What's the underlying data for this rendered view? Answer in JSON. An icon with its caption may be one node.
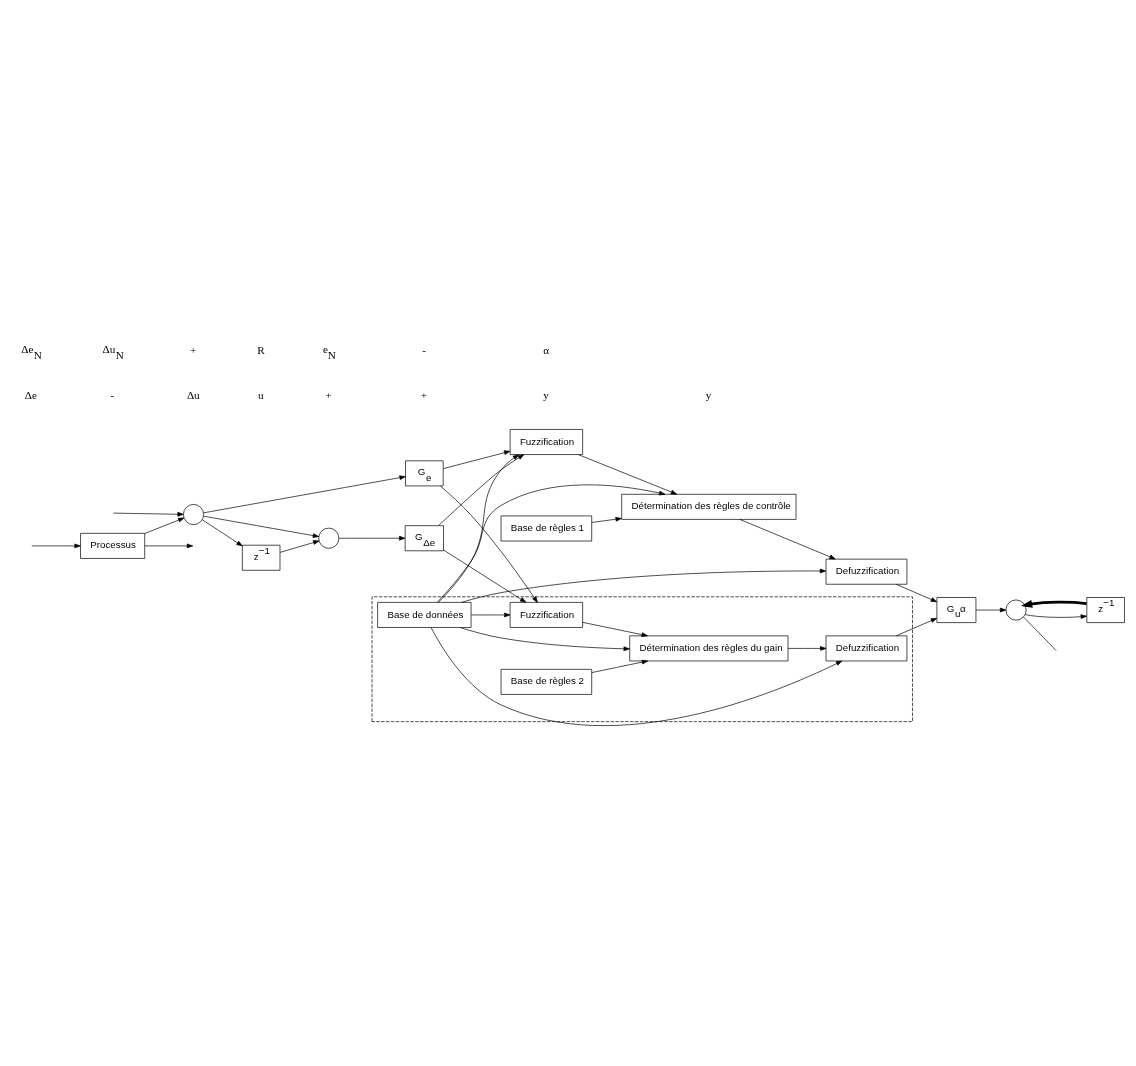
{
  "diagram": {
    "nodes": [
      {
        "text": [],
        "shape": "circle"
      },
      {
        "text": [
          "z$^{−1}$"
        ]
      },
      {
        "text": [],
        "shape": "circle"
      },
      {
        "text": [
          "G$_{Δe}$"
        ]
      },
      {
        "text": [
          "G$_{e}$"
        ]
      },
      {
        "text": [
          "Fuzzification"
        ]
      },
      {
        "text": [
          "Base de règles 1"
        ]
      },
      {
        "text": [
          "Détermination des règles de contrôle"
        ]
      },
      {
        "text": [
          "Defuzzification"
        ]
      },
      {
        "text": [
          "G$_{u}$α"
        ]
      },
      {
        "text": [],
        "shape": "circle"
      },
      {
        "text": [
          "z$^{−1}$"
        ]
      },
      {
        "text": [],
        "shape": "box"
      },
      {
        "text": [
          "Base de données"
        ],
        "in": 12
      },
      {
        "text": [
          "Fuzzification"
        ],
        "in": 12
      },
      {
        "text": [
          "Détermination des règles du gain"
        ],
        "in": 12
      },
      {
        "text": [
          "Defuzzification"
        ],
        "in": 12
      },
      {
        "text": [
          "Base de règles 2"
        ],
        "in": 12
      },
      {
        "text": [
          "Processus"
        ]
      }
    ],
    "edges": [
      {
        "from": null,
        "to": 0,
        "arrow": "to"
      },
      {
        "from": 0,
        "to": 1,
        "arrow": "to"
      },
      {
        "from": 0,
        "to": 2,
        "arrow": "to"
      },
      {
        "from": 0,
        "to": 4,
        "arrow": "to"
      },
      {
        "from": 1,
        "to": 2,
        "arrow": "to"
      },
      {
        "from": 2,
        "to": 3,
        "arrow": "to"
      },
      {
        "from": 3,
        "to": 5,
        "arrow": "to"
      },
      {
        "from": 4,
        "to": 5,
        "arrow": "to"
      },
      {
        "from": 3,
        "to": 14,
        "arrow": "to"
      },
      {
        "from": 4,
        "to": 14,
        "arrow": "to"
      },
      {
        "from": 5,
        "to": 7,
        "arrow": "to"
      },
      {
        "from": 6,
        "to": 7,
        "arrow": "to"
      },
      {
        "from": 7,
        "to": 8,
        "arrow": "to"
      },
      {
        "from": 8,
        "to": 9,
        "arrow": "to"
      },
      {
        "from": 9,
        "to": 10,
        "arrow": "to"
      },
      {
        "from": 10,
        "to": null,
        "arrow": "none"
      },
      {
        "from": 10,
        "to": 11,
        "arrow": "to"
      },
      {
        "from": 11,
        "to": 10,
        "arrow": "to",
        "style": "thick"
      },
      {
        "from": 13,
        "to": 5,
        "arrow": "to"
      },
      {
        "from": 13,
        "to": 7,
        "arrow": "to"
      },
      {
        "from": 13,
        "to": 8,
        "arrow": "to"
      },
      {
        "from": 13,
        "to": 14,
        "arrow": "to"
      },
      {
        "from": 13,
        "to": 15,
        "arrow": "to"
      },
      {
        "from": 13,
        "to": 16,
        "arrow": "to"
      },
      {
        "from": 14,
        "to": 15,
        "arrow": "to"
      },
      {
        "from": 17,
        "to": 15,
        "arrow": "to"
      },
      {
        "from": 15,
        "to": 16,
        "arrow": "to"
      },
      {
        "from": 16,
        "to": 9,
        "arrow": "to"
      },
      {
        "from": null,
        "to": 18,
        "arrow": "to"
      },
      {
        "from": 18,
        "to": null,
        "arrow": "to"
      },
      {
        "from": 18,
        "to": 0,
        "arrow": "to"
      }
    ],
    "labels": [
      "Δe",
      "Δe$_{N}$",
      "-",
      "Δu$_{N}$",
      "Δu",
      "+",
      "u",
      "R",
      "+",
      "e$_{N}$",
      "+",
      "-",
      "y",
      "α",
      "y"
    ]
  }
}
